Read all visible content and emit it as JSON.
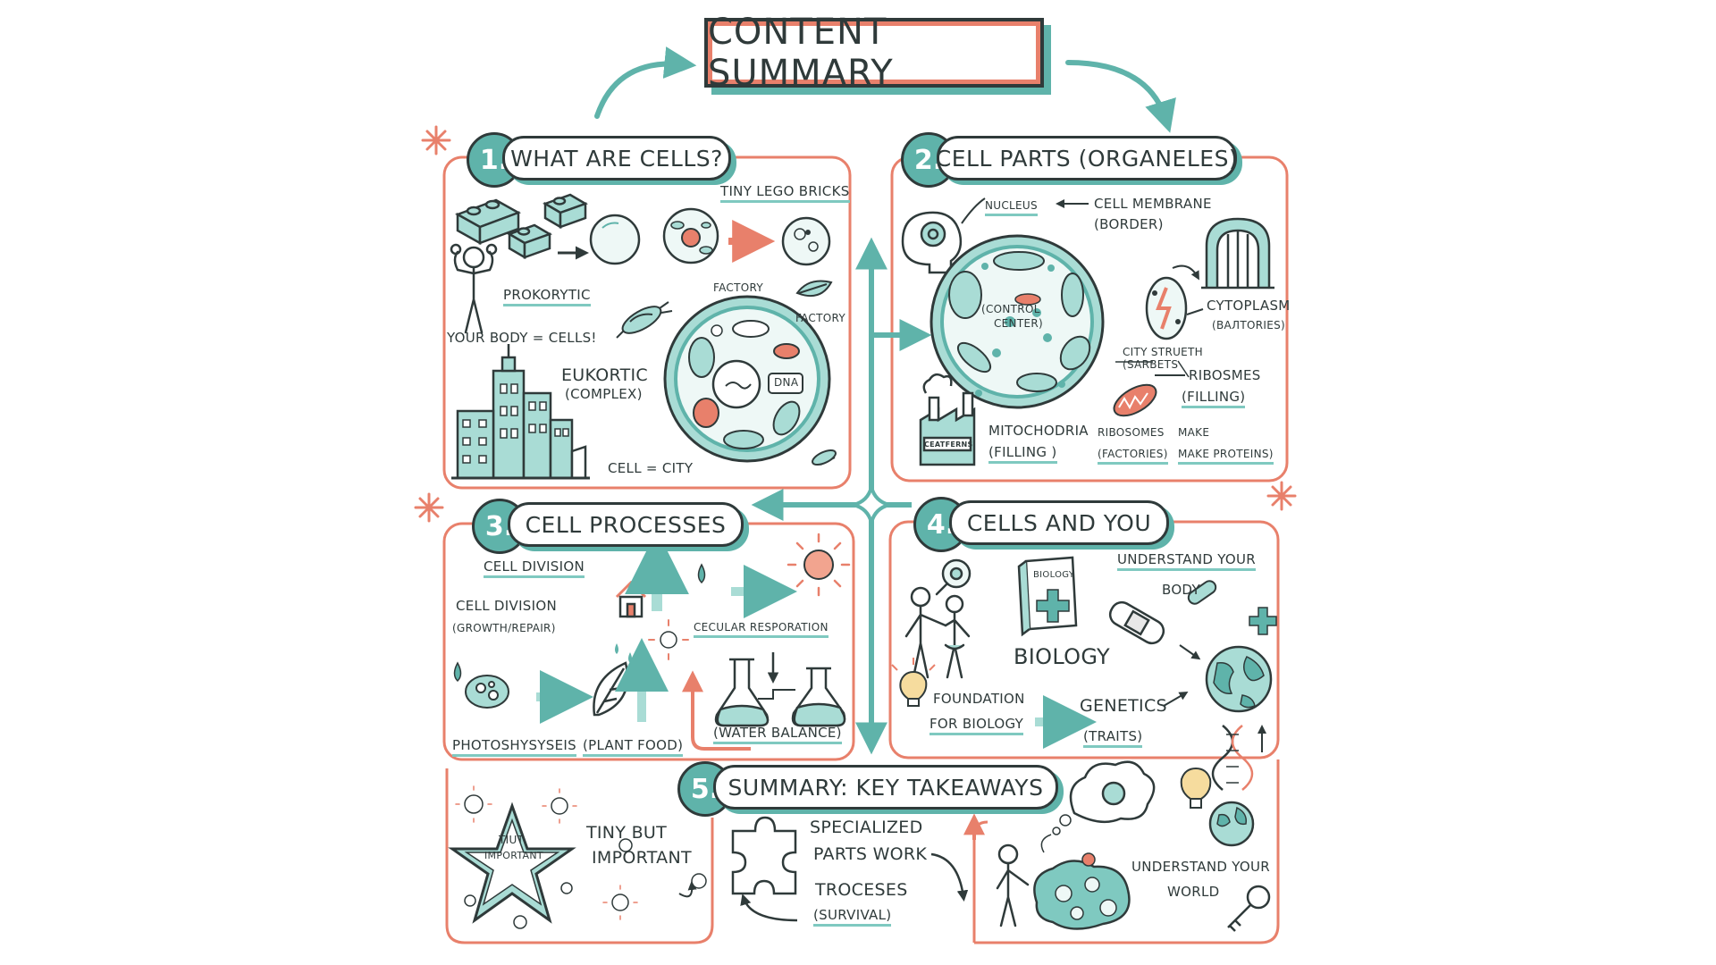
{
  "title": "CONTENT SUMMARY",
  "colors": {
    "teal": "#5fb3aa",
    "teal_light": "#a9dcd5",
    "coral": "#e8806b",
    "ink": "#2f3a3a"
  },
  "sections": {
    "s1": {
      "number": "1.",
      "heading": "WHAT ARE CELLS?",
      "labels": {
        "tiny_lego": "TINY LEGO BRICKS",
        "prokorytic": "PROKORYTIC",
        "your_body": "YOUR BODY = CELLS!",
        "factory_1": "FACTORY",
        "factory_2": "FACTORY",
        "eukortic_1": "EUKORTIC",
        "eukortic_2": "(COMPLEX)",
        "dna": "DNA",
        "cell_city": "CELL = CITY"
      }
    },
    "s2": {
      "number": "2.",
      "heading": "CELL PARTS (ORGANELES)",
      "labels": {
        "nucleus": "NUCLEUS",
        "membrane_1": "CELL MEMBRANE",
        "membrane_2": "(BORDER)",
        "control_1": "(CONTROL",
        "control_2": "CENTER)",
        "cytoplasm_1": "CYTOPLASM",
        "cytoplasm_2": "(BAЛTORIES)",
        "city_1": "CITY STRUETH",
        "city_2": "(SARBETS",
        "ribosmes_1": "RIBOSMES",
        "ribosmes_2": "(FILLING)",
        "mito_1": "MITOCHODRIA",
        "mito_2": "(FILLING )",
        "ribo_1": "RIBOSOMES",
        "ribo_2": "(FACTORIES)",
        "make_1": "MAKE",
        "make_2": "MAKE PROTEINS)",
        "factory_sign": "CEATFERNS"
      }
    },
    "s3": {
      "number": "3.",
      "heading": "CELL PROCESSES",
      "labels": {
        "division_title": "CELL DIVISION",
        "division_1": "CELL DIVISION",
        "division_2": "(GROWTH/REPAIR)",
        "respiration": "CECULAR RESPORATION",
        "water": "(WATER BALANCE)",
        "photo": "PHOTOSHYSYSEIS",
        "plant_food": "(PLANT FOOD)"
      }
    },
    "s4": {
      "number": "4.",
      "heading": "CELLS AND YOU",
      "labels": {
        "book": "BIOLOGY",
        "biology": "BIOLOGY",
        "understand_body_1": "UNDERSTAND YOUR",
        "understand_body_2": "BODY",
        "foundation_1": "FOUNDATION",
        "foundation_2": "FOR BIOLOGY",
        "genetics_1": "GENETICS",
        "genetics_2": "(TRAITS)"
      }
    },
    "s5": {
      "number": "5.",
      "heading": "SUMMARY: KEY TAKEAWAYS",
      "labels": {
        "star_1": "TIUT",
        "star_2": "IMPORTANT",
        "tiny_1": "TINY BUT",
        "tiny_2": "IMPORTANT",
        "spec_1": "SPECIALIZED",
        "spec_2": "PARTS WORK",
        "troc_1": "TROCESES",
        "troc_2": "(SURVIVAL)",
        "world_1": "UNDERSTAND YOUR",
        "world_2": "WORLD"
      }
    }
  }
}
